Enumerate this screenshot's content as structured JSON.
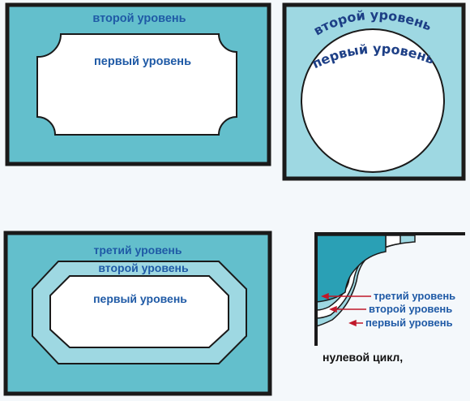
{
  "colors": {
    "background": "#f4f8fb",
    "frame": "#1a1a1a",
    "outer_fill": "#63bfcc",
    "middle_fill": "#9ed8e2",
    "inner_fill": "#ffffff",
    "corner_dark_fill": "#2aa0b5",
    "label": "#1f5aa6",
    "arc_label": "#1d3f86",
    "arrow": "#c0182a"
  },
  "panels": {
    "top_left": {
      "level2": "второй уровень",
      "level1": "первый уровень"
    },
    "top_right": {
      "level2": "второй уровень",
      "level1": "первый уровень"
    },
    "bottom_left": {
      "level3": "третий уровень",
      "level2": "второй уровень",
      "level1": "первый уровень"
    },
    "bottom_right": {
      "level3": "третий уровень",
      "level2": "второй уровень",
      "level1": "первый уровень",
      "level0": "нулевой цикл,"
    }
  }
}
